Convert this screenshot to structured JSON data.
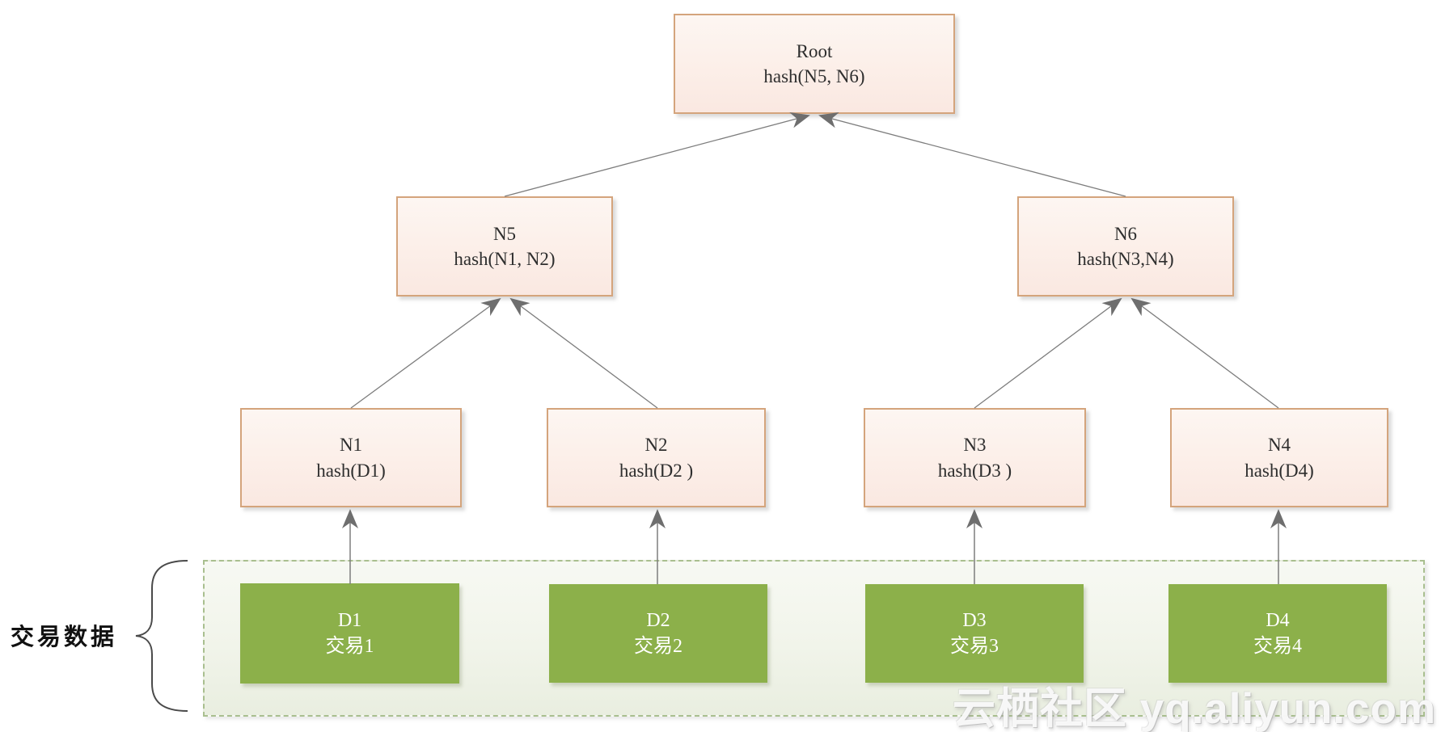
{
  "diagram": {
    "type": "merkle-tree",
    "side_label": "交易数据",
    "watermark": "云栖社区 yq.aliyun.com",
    "nodes": {
      "root": {
        "title": "Root",
        "hash": "hash(N5, N6)"
      },
      "n5": {
        "title": "N5",
        "hash": "hash(N1, N2)"
      },
      "n6": {
        "title": "N6",
        "hash": "hash(N3,N4)"
      },
      "n1": {
        "title": "N1",
        "hash": "hash(D1)"
      },
      "n2": {
        "title": "N2",
        "hash": "hash(D2 )"
      },
      "n3": {
        "title": "N3",
        "hash": "hash(D3 )"
      },
      "n4": {
        "title": "N4",
        "hash": "hash(D4)"
      },
      "d1": {
        "title": "D1",
        "label": "交易1"
      },
      "d2": {
        "title": "D2",
        "label": "交易2"
      },
      "d3": {
        "title": "D3",
        "label": "交易3"
      },
      "d4": {
        "title": "D4",
        "label": "交易4"
      }
    },
    "edges": [
      {
        "from": "N5",
        "to": "Root"
      },
      {
        "from": "N6",
        "to": "Root"
      },
      {
        "from": "N1",
        "to": "N5"
      },
      {
        "from": "N2",
        "to": "N5"
      },
      {
        "from": "N3",
        "to": "N6"
      },
      {
        "from": "N4",
        "to": "N6"
      },
      {
        "from": "D1",
        "to": "N1"
      },
      {
        "from": "D2",
        "to": "N2"
      },
      {
        "from": "D3",
        "to": "N3"
      },
      {
        "from": "D4",
        "to": "N4"
      }
    ],
    "colors": {
      "node_border": "#d4a47c",
      "node_fill": "#fcf0ea",
      "leaf_fill": "#8cb04a",
      "dashed_border": "#a9bf8f",
      "container_fill": "#eff2e8",
      "line": "#7d7d7d",
      "arrowhead": "#6e6e6e"
    }
  }
}
